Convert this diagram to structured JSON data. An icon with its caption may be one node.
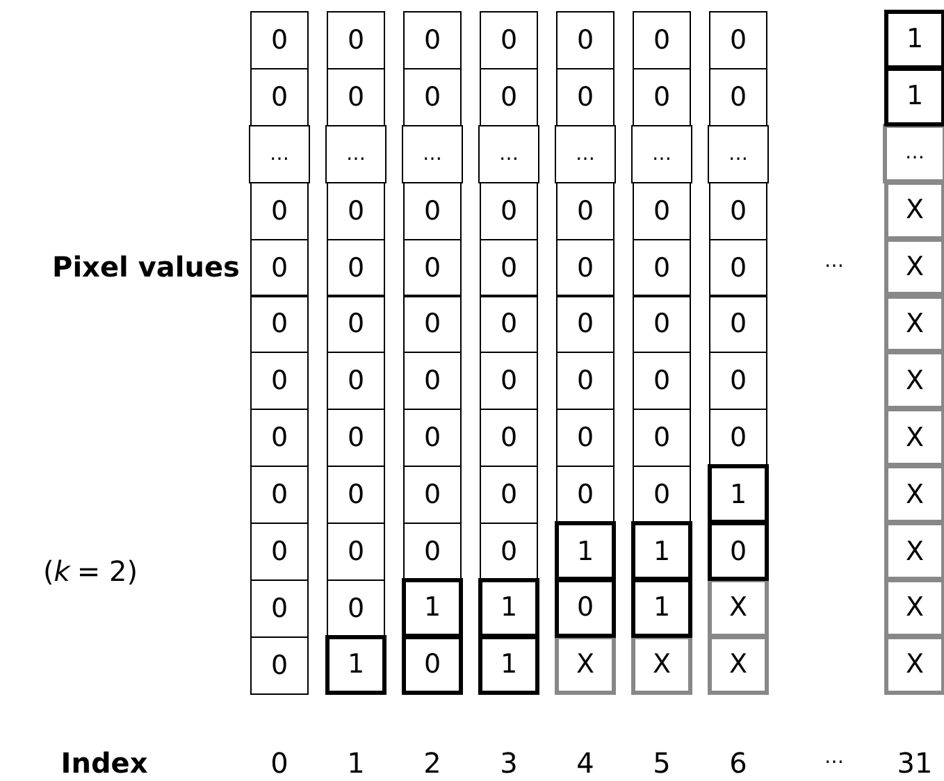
{
  "diagram": {
    "labels": [
      "0",
      "0",
      "0",
      "0",
      "0",
      "0",
      "0",
      "1",
      "0",
      "0",
      "0",
      "0",
      "0",
      "0",
      "0",
      "1",
      "…",
      "…",
      "…",
      "…",
      "…",
      "…",
      "…",
      "…",
      "0",
      "0",
      "0",
      "0",
      "0",
      "0",
      "0",
      "X",
      "0",
      "0",
      "0",
      "0",
      "0",
      "0",
      "0",
      "X",
      "0",
      "0",
      "0",
      "0",
      "0",
      "0",
      "0",
      "X",
      "0",
      "0",
      "0",
      "0",
      "0",
      "0",
      "0",
      "X",
      "0",
      "0",
      "0",
      "0",
      "0",
      "0",
      "0",
      "X",
      "0",
      "0",
      "0",
      "0",
      "0",
      "0",
      "1",
      "X",
      "0",
      "0",
      "0",
      "0",
      "1",
      "1",
      "0",
      "X",
      "0",
      "0",
      "1",
      "1",
      "0",
      "1",
      "X",
      "X",
      "0",
      "1",
      "0",
      "1",
      "X",
      "X",
      "X",
      "X",
      "Pixel values",
      "(*k* = 2)",
      "…",
      "Index",
      "0",
      "1",
      "2",
      "3",
      "4",
      "5",
      "6",
      "…",
      "31"
    ]
  }
}
